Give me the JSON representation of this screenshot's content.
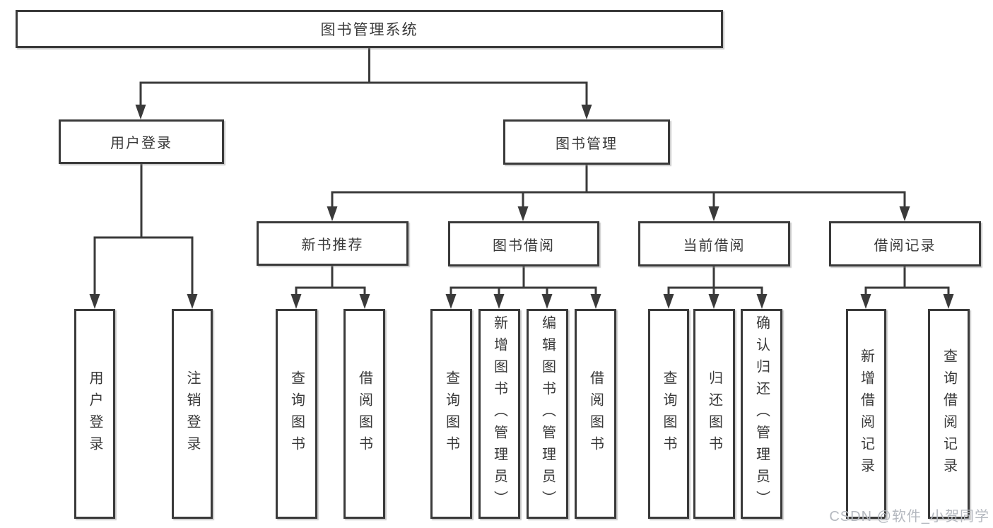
{
  "diagram": {
    "root": {
      "label": "图书管理系统"
    },
    "level2": {
      "user_login": {
        "label": "用户登录"
      },
      "book_mgmt": {
        "label": "图书管理"
      }
    },
    "level3": {
      "new_book_rec": {
        "label": "新书推荐"
      },
      "book_borrow": {
        "label": "图书借阅"
      },
      "current_borrow": {
        "label": "当前借阅"
      },
      "borrow_records": {
        "label": "借阅记录"
      }
    },
    "leaves": {
      "user_login": [
        "用户登录",
        "注销登录"
      ],
      "new_book_rec": [
        "查询图书",
        "借阅图书"
      ],
      "book_borrow": [
        "查询图书",
        "新增图书（管理员）",
        "编辑图书（管理员）",
        "借阅图书"
      ],
      "current_borrow": [
        "查询图书",
        "归还图书",
        "确认归还（管理员）"
      ],
      "borrow_records": [
        "新增借阅记录",
        "查询借阅记录"
      ]
    },
    "watermark": "CSDN @软件_小贺同学",
    "colors": {
      "line": "#3a3a3a",
      "text": "#3a3a3a",
      "watermark": "#b4b8bf",
      "background": "#ffffff"
    }
  }
}
